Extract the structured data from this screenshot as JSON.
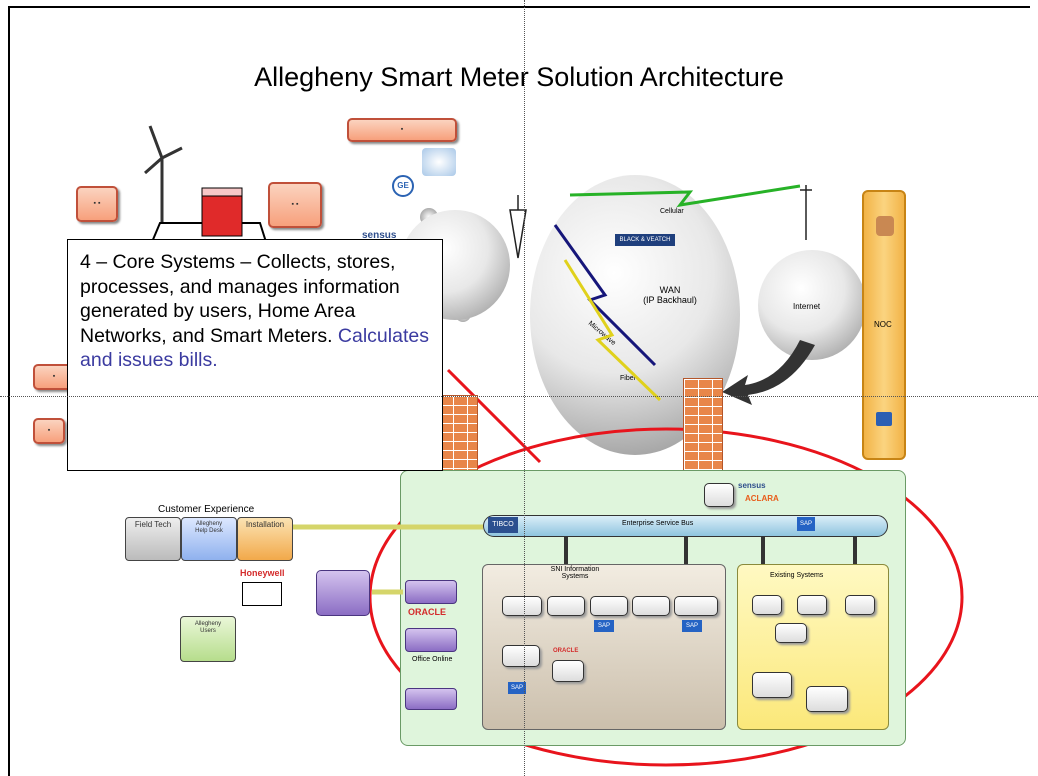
{
  "title": "Allegheny Smart Meter Solution Architecture",
  "callout": {
    "text": "4 – Core Systems – Collects, stores, processes, and manages information generated by users, Home Area Networks, and Smart Meters.",
    "highlight": "Calculates and issues bills."
  },
  "customer_experience": {
    "title": "Customer Experience",
    "field_tech": "Field Tech",
    "allegheny_help_desk": "Allegheny Help Desk",
    "installation": "Installation",
    "honeywell": "Honeywell",
    "allegheny_users": "Allegheny Users"
  },
  "clouds": {
    "wan": "WAN",
    "wan_sub": "(IP Backhaul)",
    "internet": "Internet",
    "cellular": "Cellular",
    "microwave": "Microwave",
    "fiber": "Fiber",
    "black_veatch": "BLACK & VEATCH"
  },
  "vendors": {
    "ge": "GE",
    "sensus": "sensus",
    "oracle": "ORACLE",
    "office_online": "Office Online",
    "aclara": "ACLARA",
    "tibco": "TIBCO",
    "sap": "SAP"
  },
  "core": {
    "service_bus": "Enterprise Service Bus",
    "sni_title": "SNI Information Systems",
    "existing_title": "Existing Systems",
    "noc": "NOC"
  },
  "colors": {
    "callout_highlight": "#3b3ba0",
    "ellipse": "#e8141c",
    "core_bg": "#dff5dc",
    "existing_bg": "#fff8a8"
  }
}
